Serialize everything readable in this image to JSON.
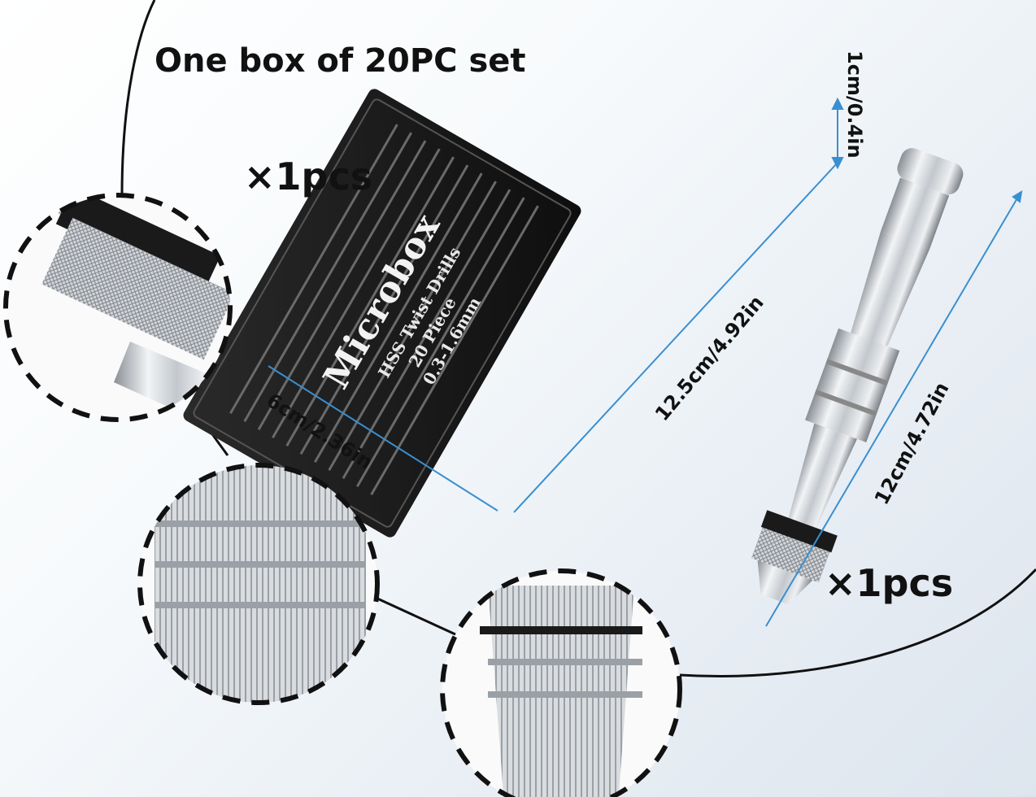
{
  "labels": {
    "set_title": "One box of 20PC set",
    "qty_left": "×1pcs",
    "qty_right": "×1pcs",
    "dim_height": "1cm/0.4in",
    "dim_width": "6cm/2.36in",
    "dim_length": "12.5cm/4.92in",
    "dim_drill": "12cm/4.72in"
  },
  "box_print": {
    "brand": "Microbox",
    "line1": "HSS Twist Drills",
    "line2": "20 Piece",
    "line3": "0.3-1.6mm"
  },
  "colors": {
    "dimension_line": "#3a8fd0",
    "box_body": "#1a1a1a",
    "metal": "#c8ccd0",
    "dash_circle": "#111111"
  }
}
